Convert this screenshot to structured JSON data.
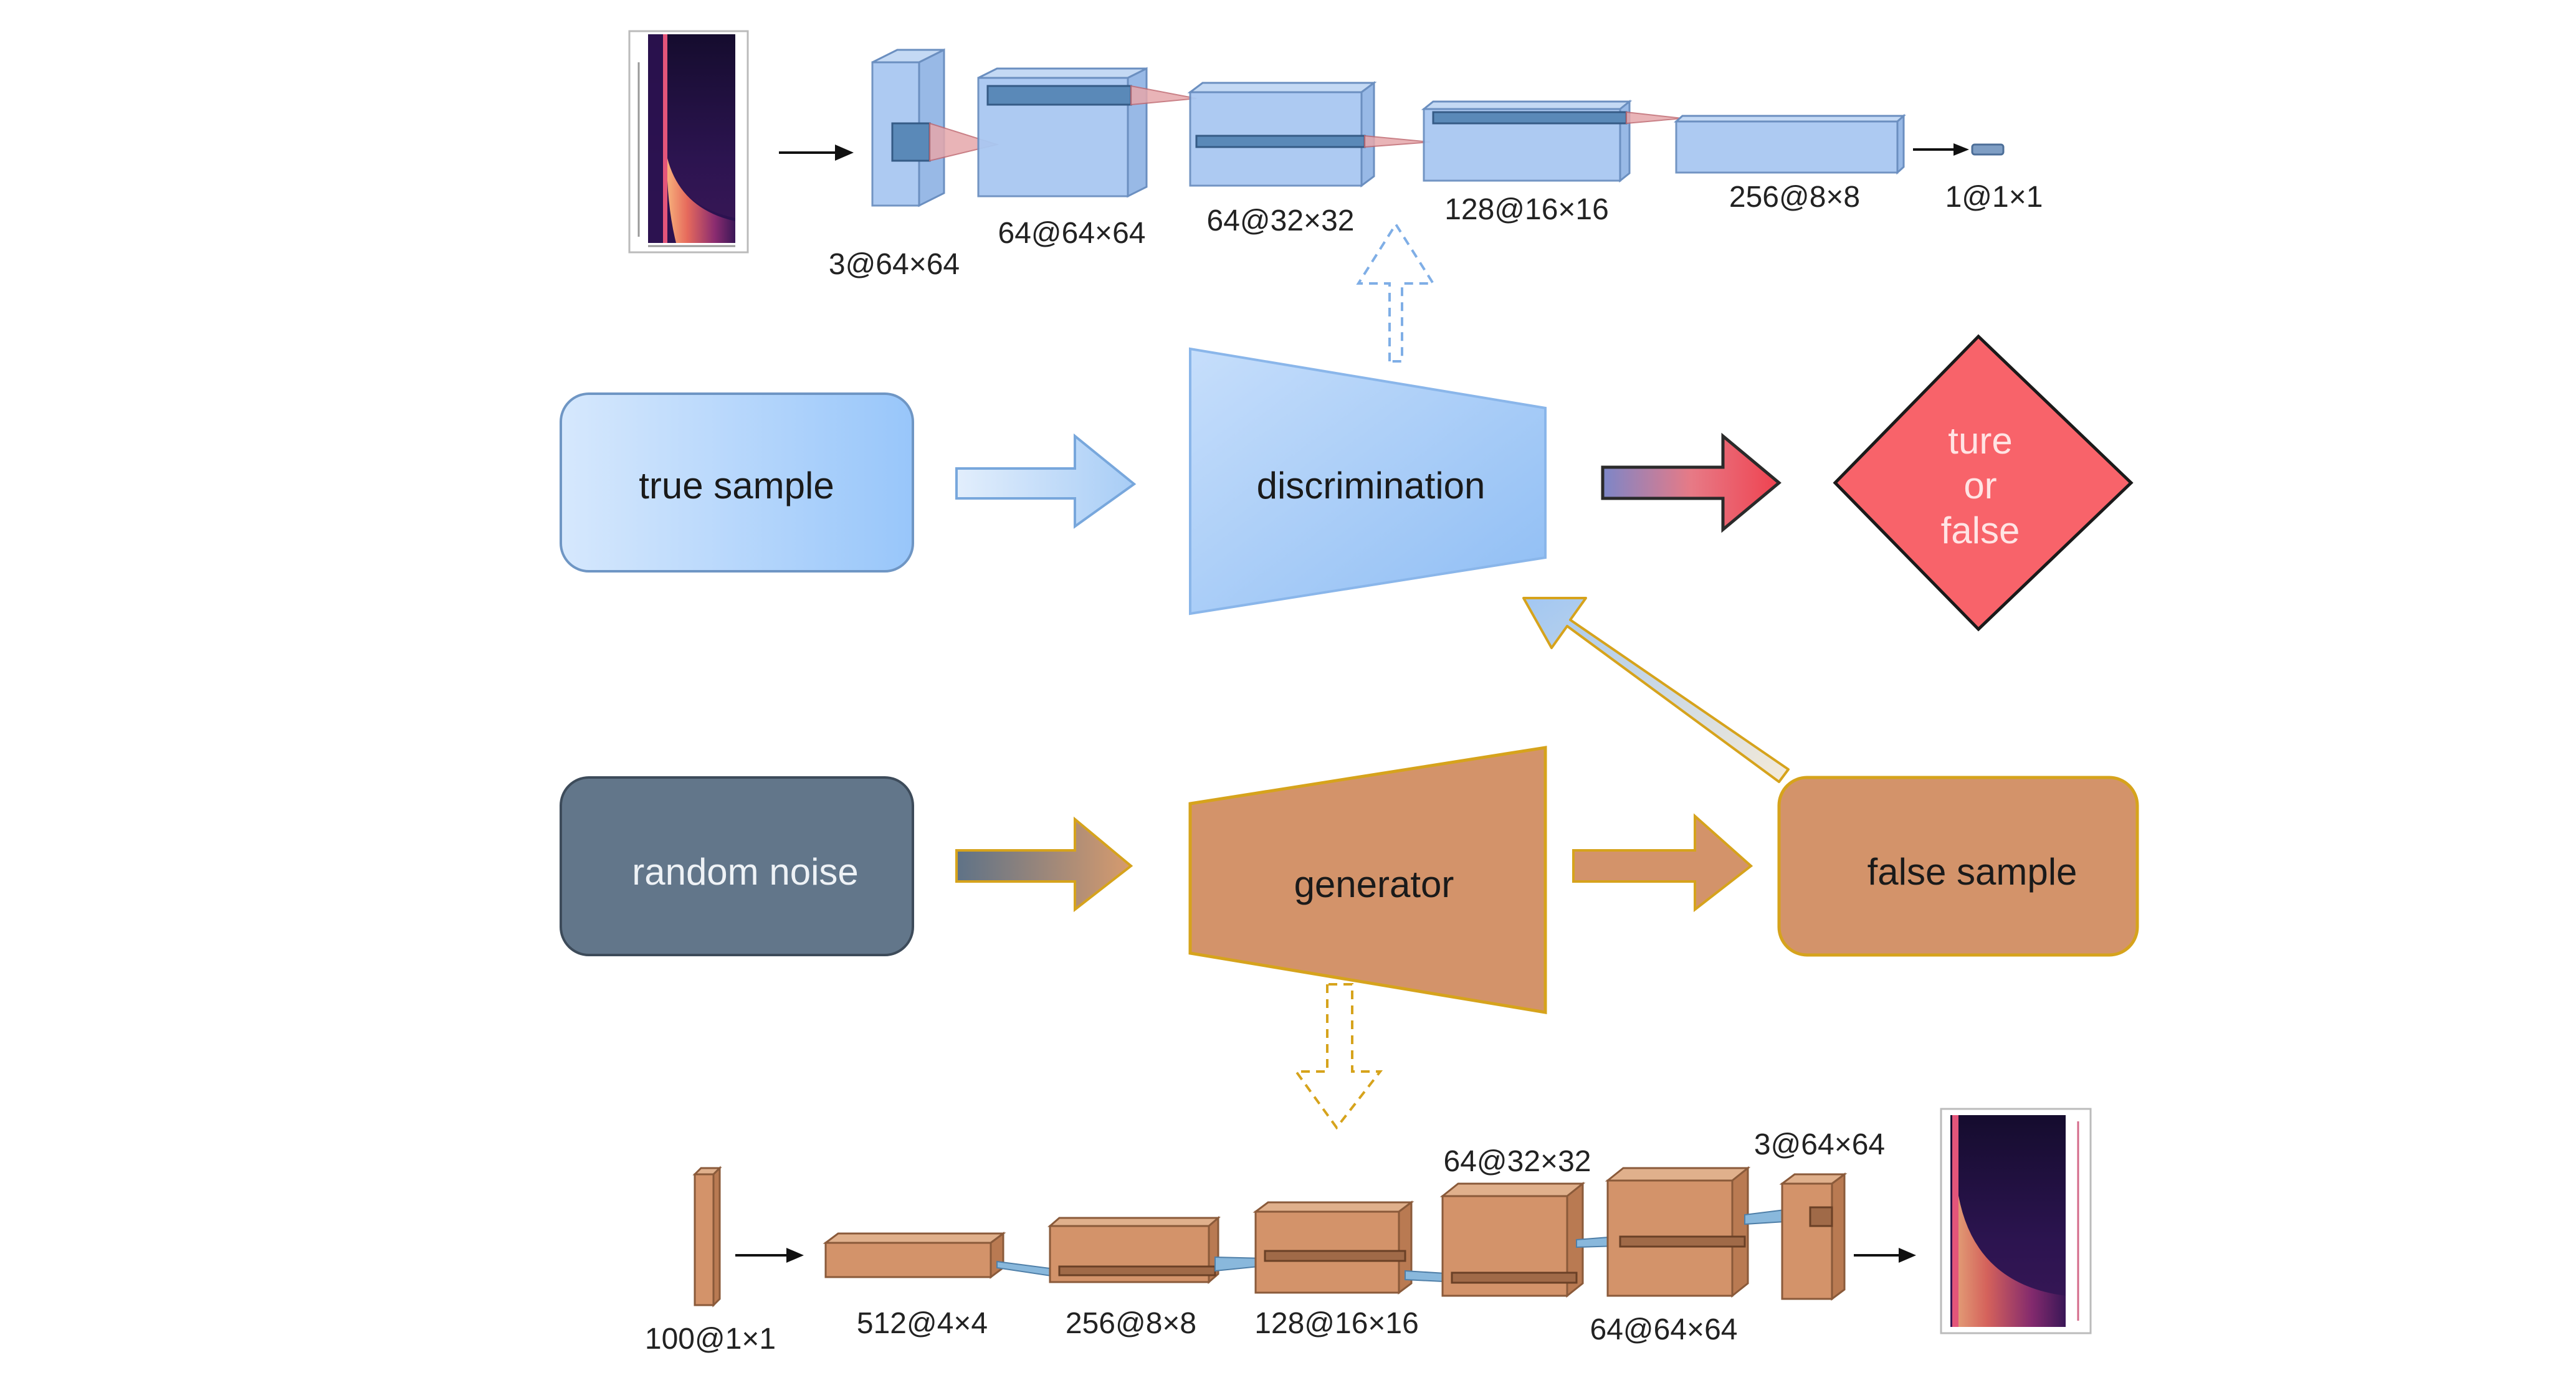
{
  "nodes": {
    "true_sample": "true sample",
    "discrimination": "discrimination",
    "decision_line1": "ture",
    "decision_line2": "or",
    "decision_line3": "false",
    "random_noise": "random noise",
    "generator": "generator",
    "false_sample": "false sample"
  },
  "discriminator_layers": [
    "3@64×64",
    "64@64×64",
    "64@32×32",
    "128@16×16",
    "256@8×8",
    "1@1×1"
  ],
  "generator_layers": [
    "100@1×1",
    "512@4×4",
    "256@8×8",
    "128@16×16",
    "64@32×32",
    "64@64×64",
    "3@64×64"
  ],
  "colors": {
    "blue_fill": "#a9c8f2",
    "blue_stroke": "#6b8fc0",
    "orange_fill": "#d3936a",
    "orange_stroke": "#8a5a3a",
    "noise_fill": "#62768a",
    "decision_fill": "#f8636a",
    "generator_outline": "#d6a31c"
  },
  "icons": [
    "spectrogram-input-image",
    "spectrogram-output-image"
  ]
}
